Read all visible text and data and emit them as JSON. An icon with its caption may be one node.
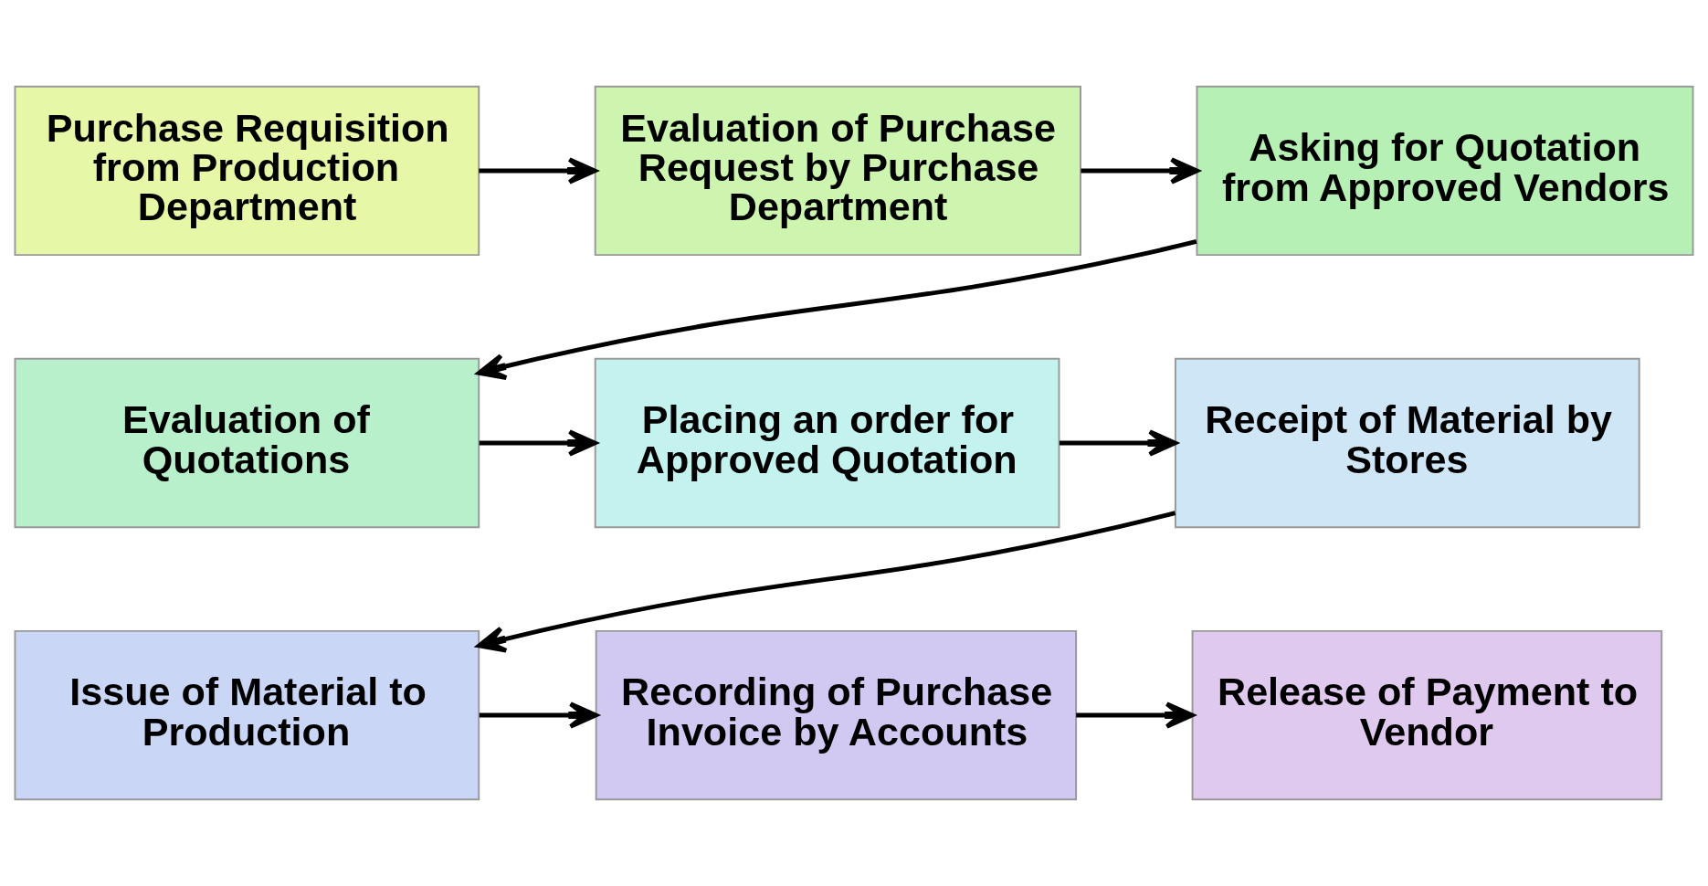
{
  "diagram": {
    "nodes": [
      {
        "text": [
          "Purchase Requisition from Production Department"
        ]
      },
      {
        "text": [
          "Evaluation of Purchase Request by Purchase Department"
        ]
      },
      {
        "text": [
          "Asking for Quotation from Approved Vendors"
        ]
      },
      {
        "text": [
          "Evaluation of Quotations"
        ]
      },
      {
        "text": [
          "Placing an order for Approved Quotation"
        ]
      },
      {
        "text": [
          "Receipt of Material by Stores"
        ]
      },
      {
        "text": [
          "Issue of Material to Production"
        ]
      },
      {
        "text": [
          "Recording of Purchase Invoice by Accounts"
        ]
      },
      {
        "text": [
          "Release of Payment to Vendor"
        ]
      }
    ],
    "edges": [
      {
        "from": 0,
        "to": 1,
        "arrow": "to"
      },
      {
        "from": 1,
        "to": 2,
        "arrow": "to"
      },
      {
        "from": 2,
        "to": 3,
        "arrow": "to"
      },
      {
        "from": 3,
        "to": 4,
        "arrow": "to"
      },
      {
        "from": 4,
        "to": 5,
        "arrow": "to"
      },
      {
        "from": 5,
        "to": 6,
        "arrow": "to"
      },
      {
        "from": 6,
        "to": 7,
        "arrow": "to"
      },
      {
        "from": 7,
        "to": 8,
        "arrow": "to"
      }
    ]
  }
}
